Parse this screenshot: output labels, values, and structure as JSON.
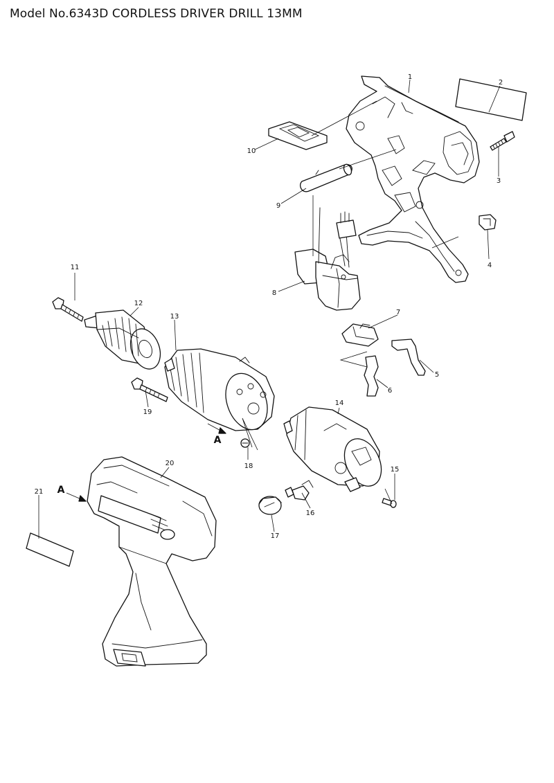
{
  "title": "Model No.6343D CORDLESS DRIVER DRILL 13MM",
  "view_marker": "A",
  "parts": [
    {
      "id": "p1",
      "number": "1"
    },
    {
      "id": "p2",
      "number": "2"
    },
    {
      "id": "p3",
      "number": "3"
    },
    {
      "id": "p4",
      "number": "4"
    },
    {
      "id": "p5",
      "number": "5"
    },
    {
      "id": "p6",
      "number": "6"
    },
    {
      "id": "p7",
      "number": "7"
    },
    {
      "id": "p8",
      "number": "8"
    },
    {
      "id": "p9",
      "number": "9"
    },
    {
      "id": "p10",
      "number": "10"
    },
    {
      "id": "p11",
      "number": "11"
    },
    {
      "id": "p12",
      "number": "12"
    },
    {
      "id": "p13",
      "number": "13"
    },
    {
      "id": "p14",
      "number": "14"
    },
    {
      "id": "p15",
      "number": "15"
    },
    {
      "id": "p16",
      "number": "16"
    },
    {
      "id": "p17",
      "number": "17"
    },
    {
      "id": "p18",
      "number": "18"
    },
    {
      "id": "p19",
      "number": "19"
    },
    {
      "id": "p20",
      "number": "20"
    },
    {
      "id": "p21",
      "number": "21"
    }
  ]
}
